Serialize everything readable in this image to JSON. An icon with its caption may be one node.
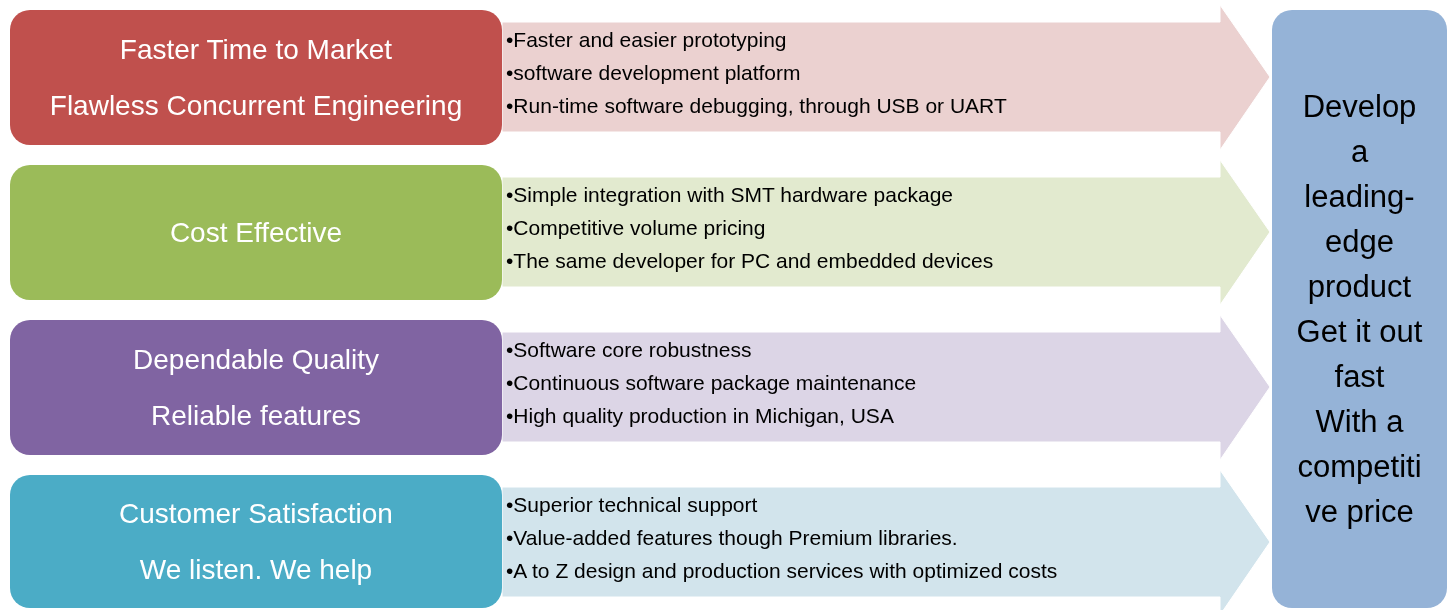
{
  "diagram": {
    "nodes": [
      {
        "text": [
          "Faster Time to Market",
          "Flawless Concurrent Engineering"
        ]
      },
      {
        "text": [
          "Cost Effective"
        ]
      },
      {
        "text": [
          "Dependable Quality",
          "Reliable features"
        ]
      },
      {
        "text": [
          "Customer Satisfaction",
          "We listen. We help"
        ]
      },
      {
        "text": [
          "Develop a leading-edge product",
          "Get it out fast",
          "With a competitive price"
        ]
      }
    ],
    "edges": [
      {
        "from": 0,
        "to": 4,
        "arrow": "to"
      },
      {
        "from": 1,
        "to": 4,
        "arrow": "to"
      },
      {
        "from": 2,
        "to": 4,
        "arrow": "to"
      },
      {
        "from": 3,
        "to": 4,
        "arrow": "to"
      }
    ],
    "labels": [
      "•Faster and easier prototyping",
      "•software development platform",
      "•Run-time software debugging, through USB or UART",
      "•Simple integration with SMT hardware package",
      "•Competitive volume pricing",
      "•The same developer for PC and embedded devices",
      "•Software core robustness",
      "•Continuous software package maintenance",
      "•High quality production in Michigan, USA",
      "•Superior technical support",
      "•Value-added features though Premium libraries.",
      "•A to Z design and production services with optimized costs"
    ]
  }
}
